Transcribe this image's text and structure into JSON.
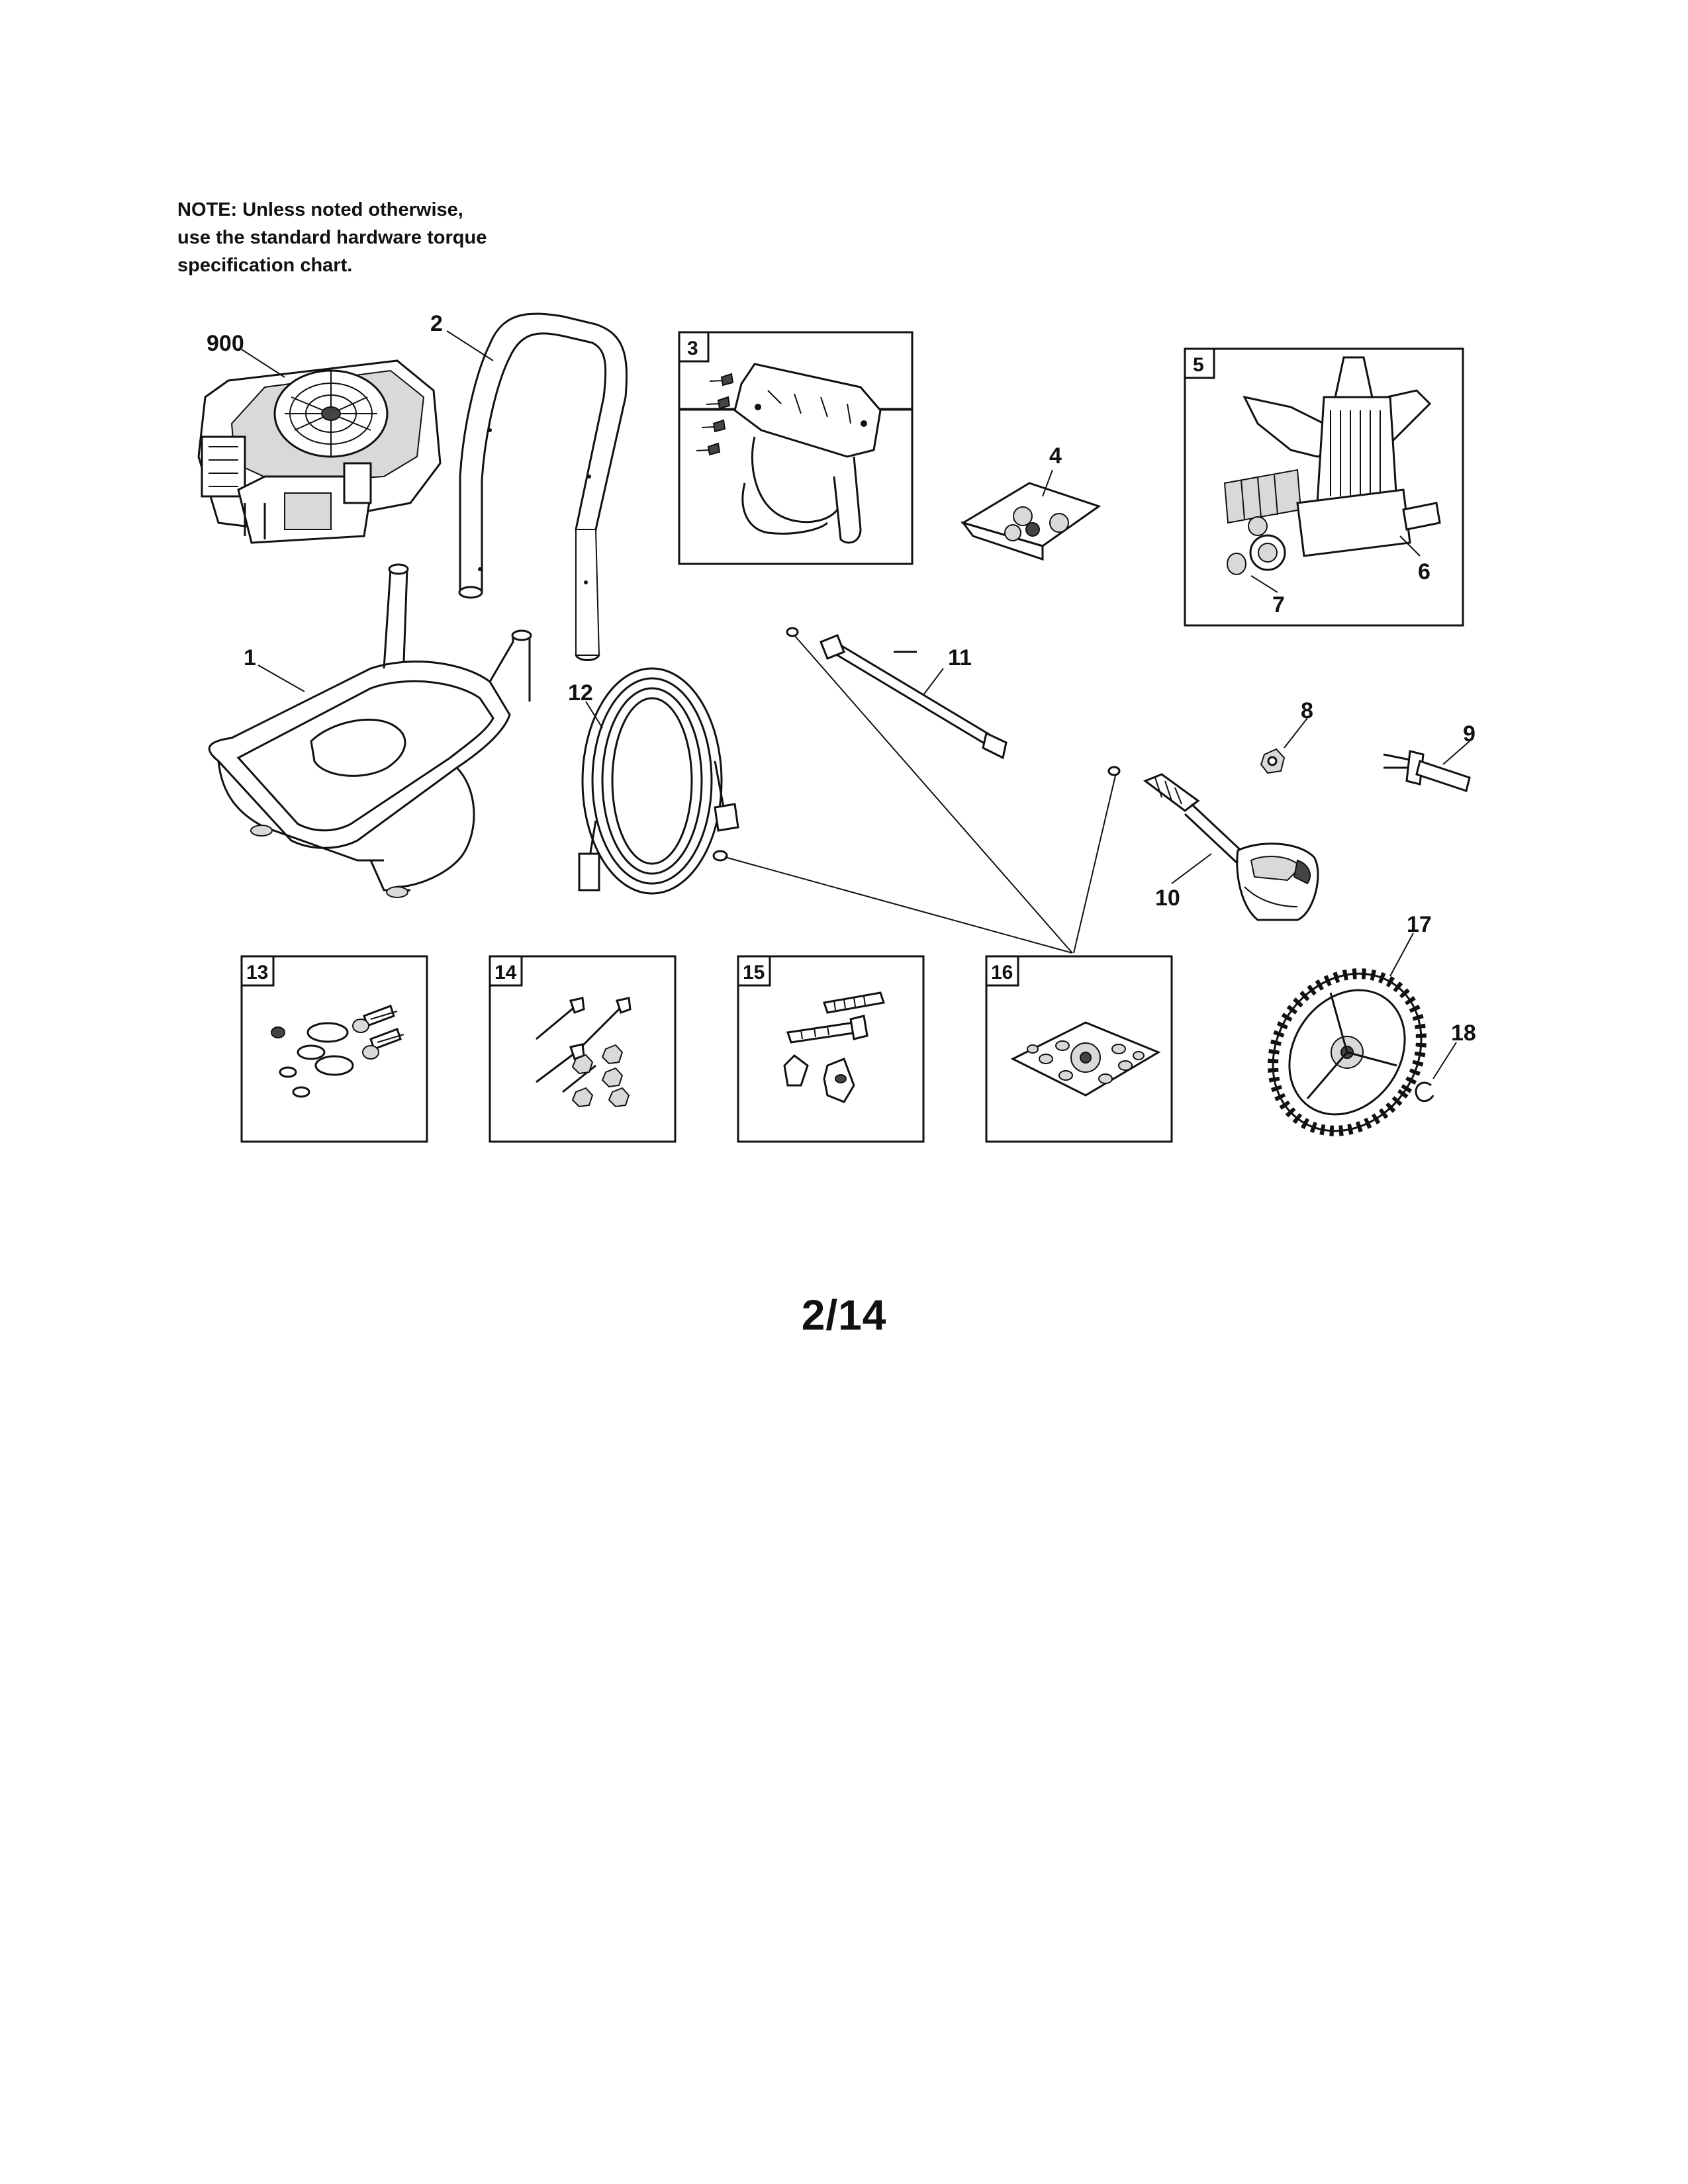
{
  "note": {
    "line1": "NOTE: Unless noted otherwise,",
    "line2": "use the standard hardware torque",
    "line3": "specification chart."
  },
  "labels": {
    "engine": "900",
    "frame": "1",
    "handle": "2",
    "bracket_kit": "3",
    "hardware_bag": "4",
    "pump": "5",
    "pump_port": "6",
    "pump_seal": "7",
    "nut": "8",
    "axle": "9",
    "spray_gun": "10",
    "wand": "11",
    "hose": "12",
    "kit_13": "13",
    "kit_14": "14",
    "kit_15": "15",
    "kit_16": "16",
    "wheel": "17",
    "clip": "18"
  },
  "page_number": "2/14"
}
